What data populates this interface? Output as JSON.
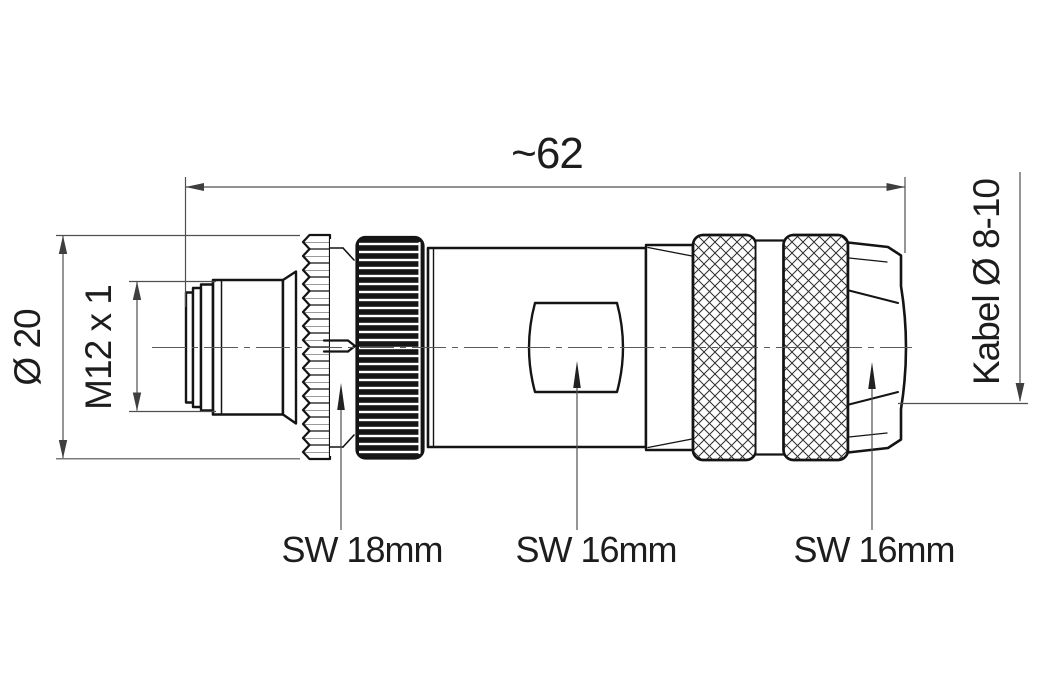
{
  "dimensions": {
    "overall_length": "~62",
    "outer_diameter": "Ø 20",
    "thread": "M12 x 1",
    "cable_diameter": "Kabel Ø 8-10"
  },
  "callouts": {
    "coupling_nut_wrench": "SW 18mm",
    "body_wrench": "SW 16mm",
    "gland_wrench": "SW 16mm"
  },
  "colors": {
    "background": "#ffffff",
    "part_outline": "#141414",
    "dark_knurl_fill": "#161616",
    "dimension_line": "#4f4f4f",
    "text": "#1d1d1d"
  }
}
